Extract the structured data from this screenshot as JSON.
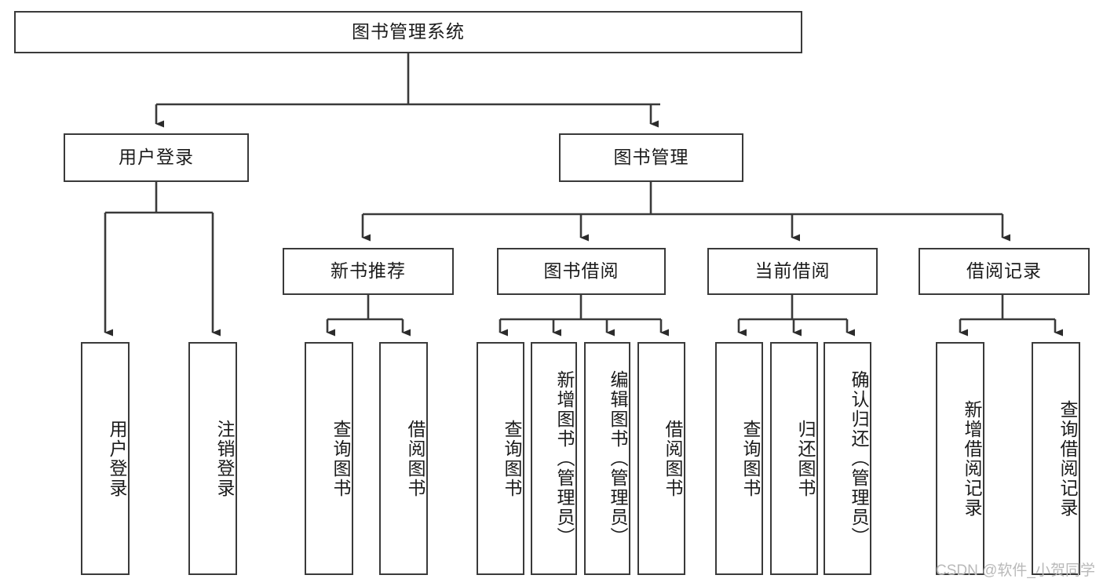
{
  "diagram": {
    "type": "tree",
    "title": "图书管理系统",
    "orientation": "top-down",
    "line_color": "#3a3a3a",
    "box_fill": "#ffffff",
    "text_color": "#1b1b1b",
    "root": {
      "id": "root",
      "label": "图书管理系统"
    },
    "level2": [
      {
        "id": "user-login",
        "label": "用户登录"
      },
      {
        "id": "book-manage",
        "label": "图书管理"
      }
    ],
    "level3": [
      {
        "id": "new-book-rec",
        "label": "新书推荐",
        "parent": "book-manage"
      },
      {
        "id": "book-borrow",
        "label": "图书借阅",
        "parent": "book-manage"
      },
      {
        "id": "current-borrow",
        "label": "当前借阅",
        "parent": "book-manage"
      },
      {
        "id": "borrow-record",
        "label": "借阅记录",
        "parent": "book-manage"
      }
    ],
    "leaves": [
      {
        "id": "leaf-user-login",
        "label": "用户登录",
        "parent": "user-login"
      },
      {
        "id": "leaf-logout",
        "label": "注销登录",
        "parent": "user-login"
      },
      {
        "id": "leaf-query-book-1",
        "label": "查询图书",
        "parent": "new-book-rec"
      },
      {
        "id": "leaf-borrow-book-1",
        "label": "借阅图书",
        "parent": "new-book-rec"
      },
      {
        "id": "leaf-query-book-2",
        "label": "查询图书",
        "parent": "book-borrow"
      },
      {
        "id": "leaf-add-book",
        "label": "新增图书（管理员）",
        "parent": "book-borrow"
      },
      {
        "id": "leaf-edit-book",
        "label": "编辑图书（管理员）",
        "parent": "book-borrow"
      },
      {
        "id": "leaf-borrow-book-2",
        "label": "借阅图书",
        "parent": "book-borrow"
      },
      {
        "id": "leaf-query-book-3",
        "label": "查询图书",
        "parent": "current-borrow"
      },
      {
        "id": "leaf-return-book",
        "label": "归还图书",
        "parent": "current-borrow"
      },
      {
        "id": "leaf-confirm-return",
        "label": "确认归还（管理员）",
        "parent": "current-borrow"
      },
      {
        "id": "leaf-add-record",
        "label": "新增借阅记录",
        "parent": "borrow-record"
      },
      {
        "id": "leaf-query-record",
        "label": "查询借阅记录",
        "parent": "borrow-record"
      }
    ]
  },
  "watermark": {
    "text": "CSDN @软件_小贺同学"
  }
}
